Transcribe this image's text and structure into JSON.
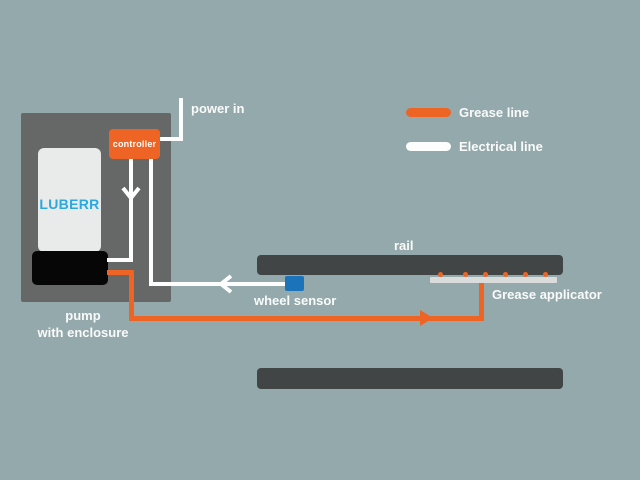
{
  "colors": {
    "background": "#94a9ab",
    "enclosure_gray": "#666767",
    "rail_gray": "#424546",
    "accent_orange": "#ed6424",
    "electrical_white": "#fdfdfd",
    "sensor_blue": "#1b74ba",
    "pump_body": "#e9ebeb",
    "pump_base_black": "#060606",
    "applicator_gray": "#dadbdb",
    "brand_blue": "#2aa9e0"
  },
  "diagram": {
    "power": {
      "label": "power in"
    },
    "controller": {
      "label": "controller"
    },
    "pump": {
      "brand": "LUBERR",
      "caption_line1": "pump",
      "caption_line2": "with enclosure"
    },
    "sensor": {
      "label": "wheel sensor"
    },
    "rail": {
      "label": "rail"
    },
    "applicator": {
      "label": "Grease applicator"
    }
  },
  "legend": {
    "items": [
      {
        "label": "Grease line",
        "color": "#ed6424"
      },
      {
        "label": "Electrical line",
        "color": "#fdfdfd"
      }
    ]
  }
}
